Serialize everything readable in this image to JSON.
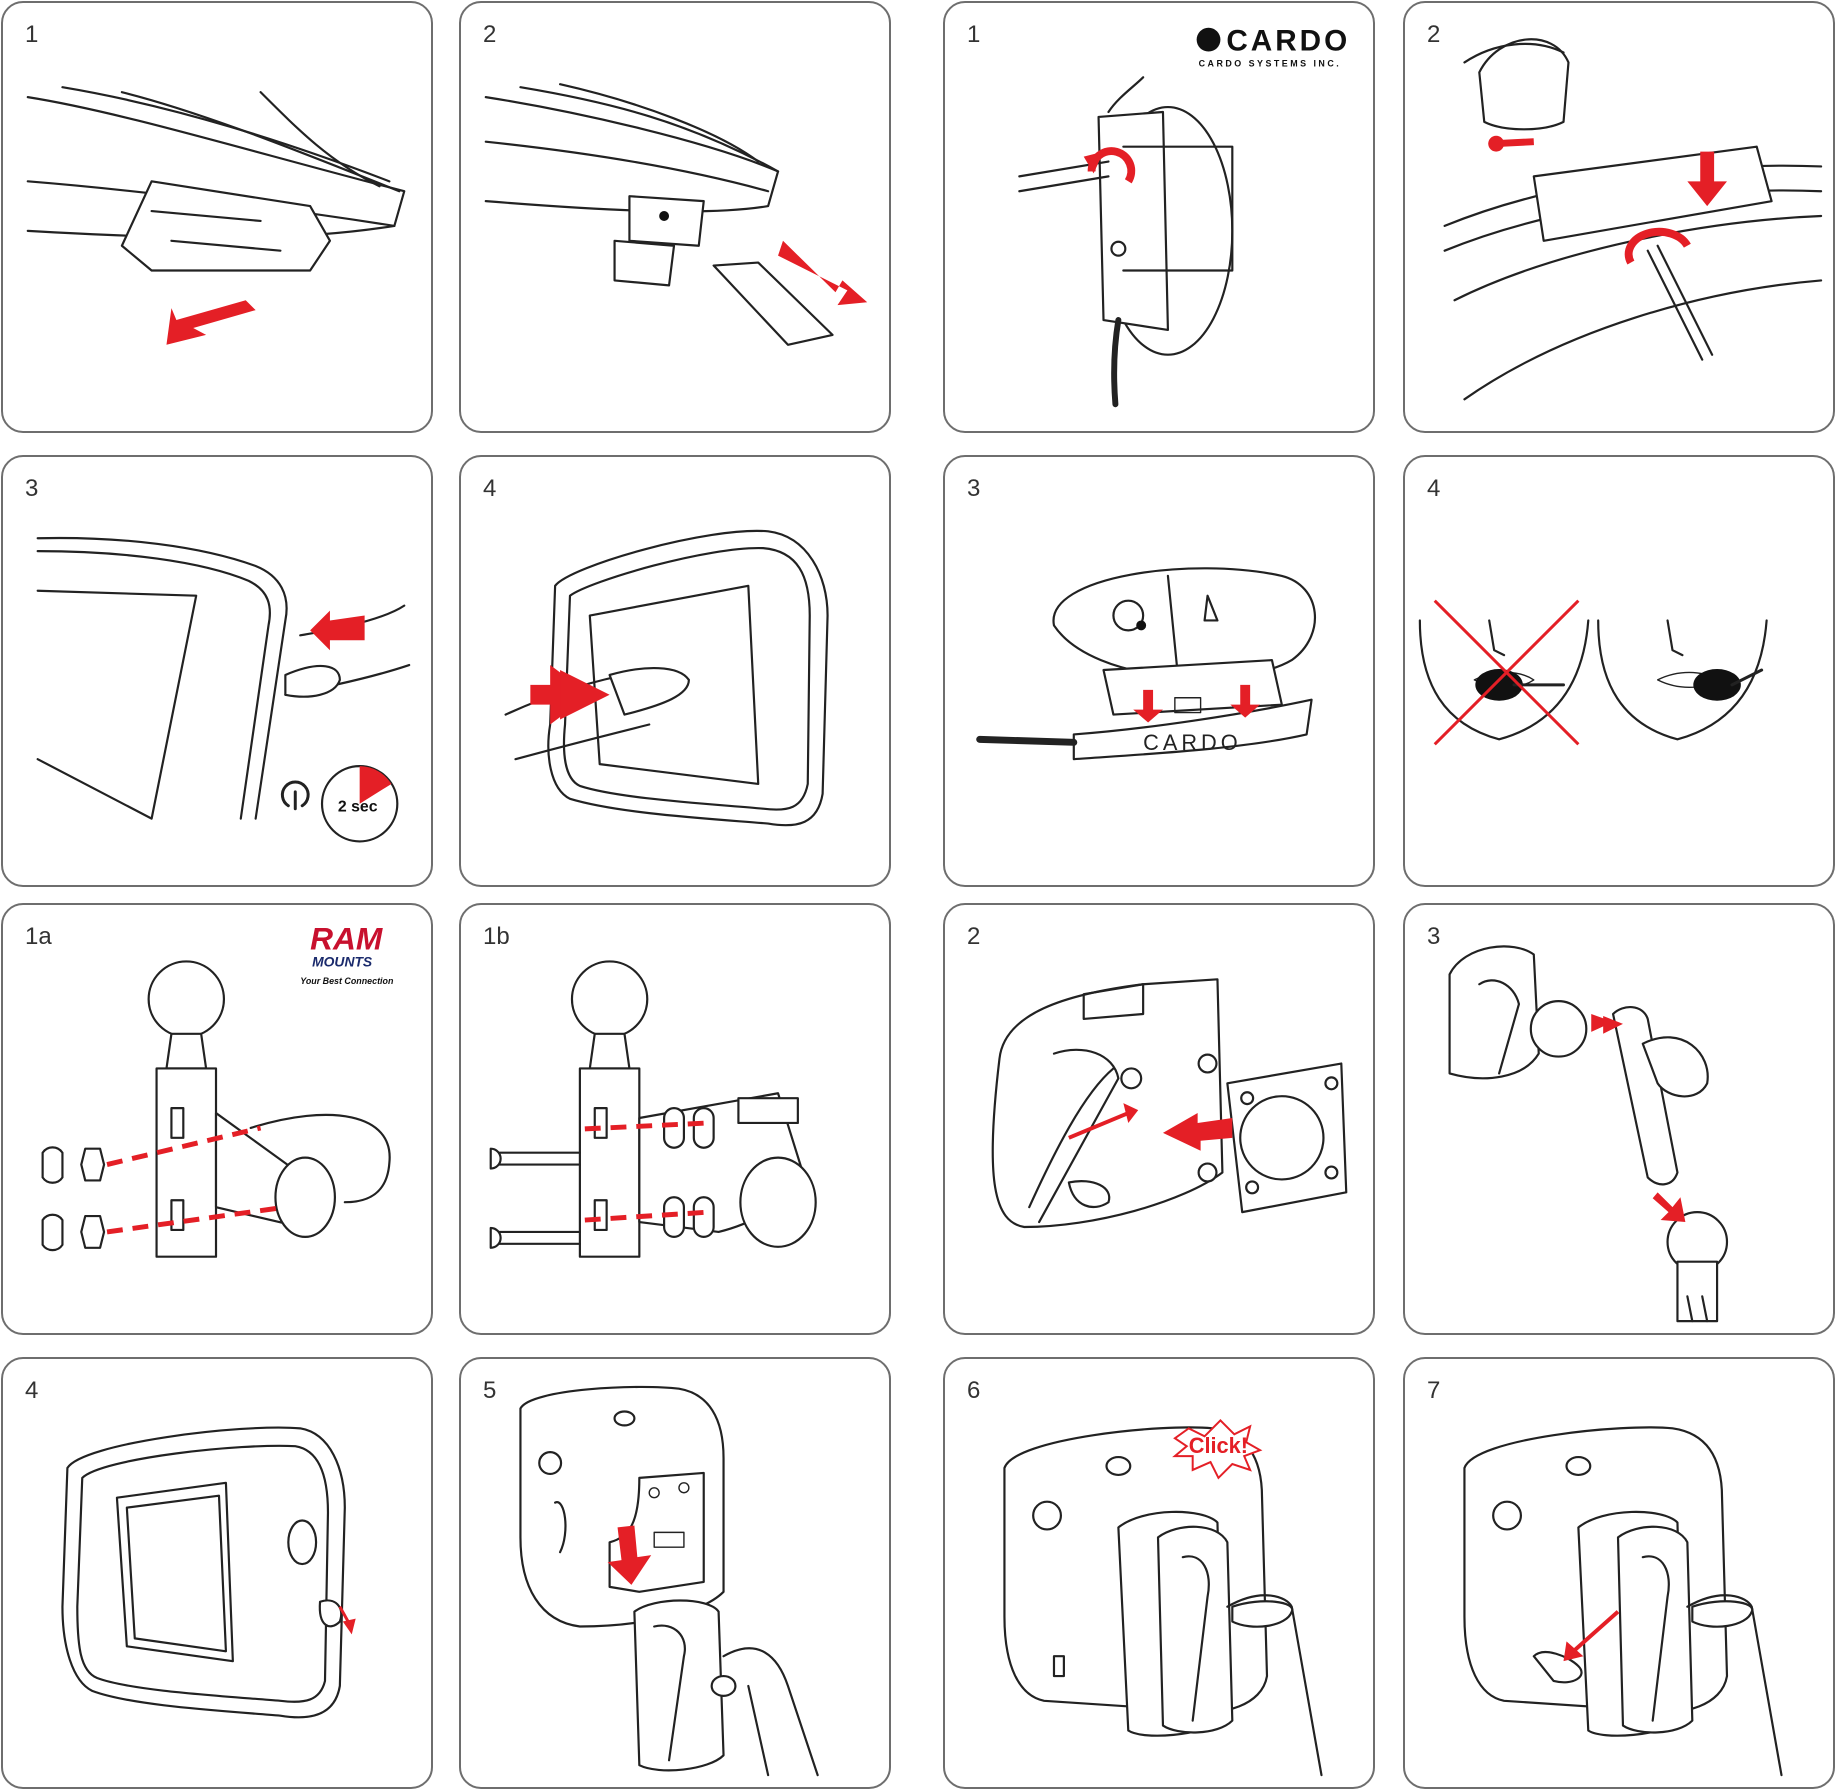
{
  "panels": [
    {
      "id": "p-r1c1",
      "step": "1"
    },
    {
      "id": "p-r1c2",
      "step": "2"
    },
    {
      "id": "p-r1c3",
      "step": "1"
    },
    {
      "id": "p-r1c4",
      "step": "2"
    },
    {
      "id": "p-r2c1",
      "step": "3"
    },
    {
      "id": "p-r2c2",
      "step": "4"
    },
    {
      "id": "p-r2c3",
      "step": "3"
    },
    {
      "id": "p-r2c4",
      "step": "4"
    },
    {
      "id": "p-r3c1",
      "step": "1a"
    },
    {
      "id": "p-r3c2",
      "step": "1b"
    },
    {
      "id": "p-r3c3",
      "step": "2"
    },
    {
      "id": "p-r3c4",
      "step": "3"
    },
    {
      "id": "p-r4c1",
      "step": "4"
    },
    {
      "id": "p-r4c2",
      "step": "5"
    },
    {
      "id": "p-r4c3",
      "step": "6"
    },
    {
      "id": "p-r4c4",
      "step": "7"
    }
  ],
  "labels": {
    "timer": "2 sec",
    "click": "Click!",
    "cardo_logo": "CARDO",
    "cardo_sub": "CARDO SYSTEMS INC.",
    "cardo_device": "CARDO",
    "ram_logo": "RAM",
    "ram_mounts": "MOUNTS",
    "ram_tagline": "Your Best Connection"
  },
  "colors": {
    "accent": "#e41f26",
    "line": "#222222",
    "border": "#6e6e6e"
  }
}
